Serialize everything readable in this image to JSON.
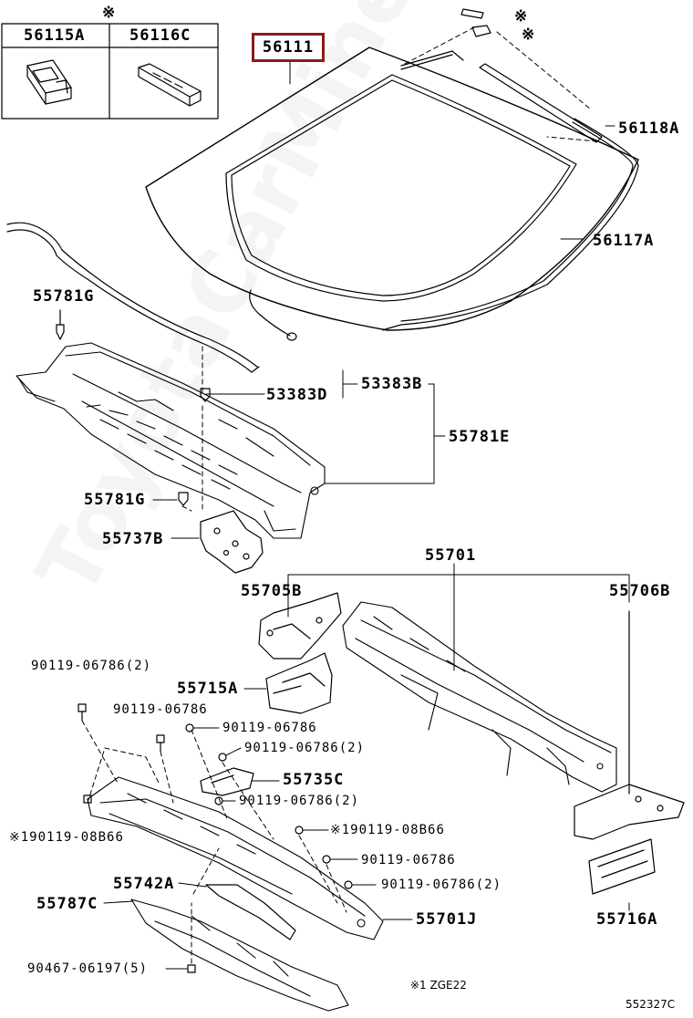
{
  "note_mark": "※",
  "labels": {
    "p56115A": "56115A",
    "p56116C": "56116C",
    "p56111": "56111",
    "p56118A": "56118A",
    "p56117A": "56117A",
    "p55781G_top": "55781G",
    "p53383B": "53383B",
    "p53383D": "53383D",
    "p55781E": "55781E",
    "p55781G_mid": "55781G",
    "p55737B": "55737B",
    "p55701": "55701",
    "p55705B": "55705B",
    "p55706B": "55706B",
    "b90119_06786_2_a": "90119-06786(2)",
    "p55715A": "55715A",
    "b90119_06786_a": "90119-06786",
    "b90119_06786_b": "90119-06786",
    "b90119_06786_2_b": "90119-06786(2)",
    "p55735C": "55735C",
    "b90119_06786_2_c": "90119-06786(2)",
    "b90119_08B66_left": "※190119-08B66",
    "b90119_08B66_right": "※190119-08B66",
    "b90119_06786_c": "90119-06786",
    "p55742A": "55742A",
    "b90119_06786_2_d": "90119-06786(2)",
    "p55787C": "55787C",
    "p55701J": "55701J",
    "p55716A": "55716A",
    "b90467_06197_5": "90467-06197(5)",
    "footnote": "※1 ZGE22",
    "ref_code": "552327C"
  },
  "watermark": "ToyotaCarMine.ru"
}
